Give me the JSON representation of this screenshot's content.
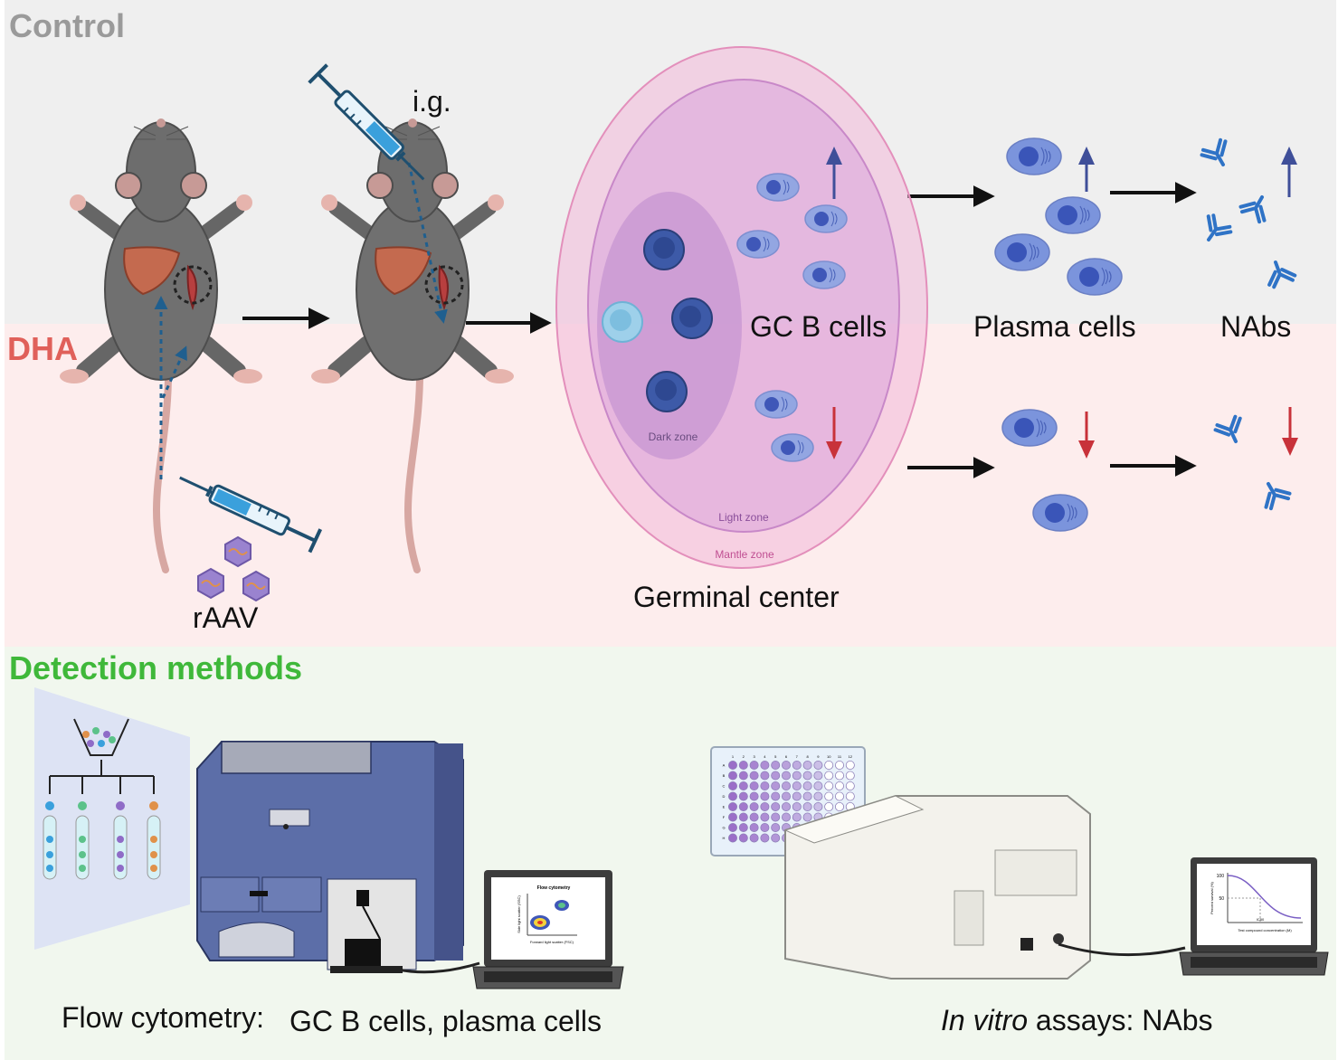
{
  "sections": {
    "control": "Control",
    "dha": "DHA",
    "detection": "Detection methods"
  },
  "labels": {
    "ig": "i.g.",
    "raav": "rAAV",
    "gc_b_cells": "GC B cells",
    "plasma_cells": "Plasma cells",
    "nabs": "NAbs",
    "dark_zone": "Dark zone",
    "light_zone": "Light zone",
    "mantle_zone": "Mantle zone",
    "germinal_center": "Germinal center"
  },
  "methods": {
    "flow_name": "Flow cytometry",
    "flow_sep": ":",
    "flow_targets": "GC B cells, plasma cells",
    "invitro_italic": "In vitro",
    "invitro_rest": " assays: NAbs"
  },
  "flow_plot": {
    "title": "Flow cytometry",
    "xlabel": "Forward light scatter (FSC)",
    "ylabel": "Side light scatter (SSC)"
  },
  "ic50_plot": {
    "ylabel": "Percent survival (%)",
    "xlabel": "Test compound concentration (M)",
    "tick_100": "100",
    "tick_50": "50",
    "ic50": "IC50"
  },
  "plate": {
    "columns": [
      "1",
      "2",
      "3",
      "4",
      "5",
      "6",
      "7",
      "8",
      "9",
      "10",
      "11",
      "12"
    ],
    "rows": [
      "A",
      "B",
      "C",
      "D",
      "E",
      "F",
      "G",
      "H"
    ]
  },
  "colors": {
    "control_bg": "#efefef",
    "dha_bg": "#fdeded",
    "detection_bg": "#f1f7ee",
    "control_text": "#9a9a9a",
    "dha_text": "#e0605a",
    "detection_text": "#3fb83a",
    "up_arrow": "#3f4f99",
    "down_arrow": "#c8323a",
    "cell_blue": "#6c86d4",
    "antibody_blue": "#2f73c6"
  },
  "trend": {
    "control": "up",
    "dha": "down"
  }
}
